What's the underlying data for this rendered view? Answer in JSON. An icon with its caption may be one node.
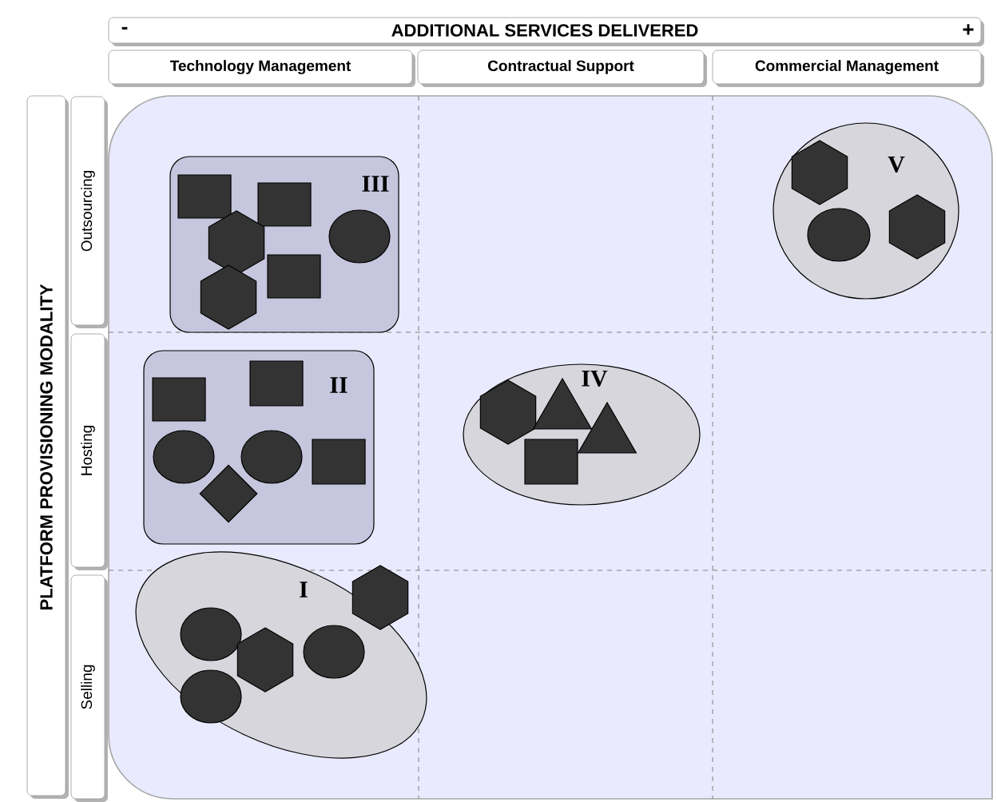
{
  "diagram": {
    "nodes": [
      {
        "text": [
          "-",
          "ADDITIONAL SERVICES DELIVERED",
          "+"
        ]
      },
      {
        "text": [
          "Technology Management"
        ]
      },
      {
        "text": [
          "Contractual Support"
        ]
      },
      {
        "text": [
          "Commercial Management"
        ]
      },
      {
        "text": [
          "PLATFORM PROVISIONING MODALITY"
        ]
      },
      {
        "text": [
          "Outsourcing"
        ]
      },
      {
        "text": [
          "Hosting"
        ]
      },
      {
        "text": [
          "Selling"
        ]
      },
      {
        "text": [
          "III"
        ]
      },
      {
        "text": [],
        "shape": "box",
        "in": 8
      },
      {
        "text": [],
        "shape": "box",
        "in": 8
      },
      {
        "text": [],
        "shape": "hexagon",
        "in": 8
      },
      {
        "text": [],
        "shape": "circle",
        "in": 8
      },
      {
        "text": [],
        "shape": "box",
        "in": 8
      },
      {
        "text": [],
        "shape": "hexagon",
        "in": 8
      },
      {
        "text": [
          "V"
        ]
      },
      {
        "text": [],
        "shape": "hexagon",
        "in": 15
      },
      {
        "text": [],
        "shape": "circle",
        "in": 15
      },
      {
        "text": [],
        "shape": "hexagon",
        "in": 15
      },
      {
        "text": [
          "II"
        ]
      },
      {
        "text": [],
        "shape": "box",
        "in": 19
      },
      {
        "text": [],
        "shape": "box",
        "in": 19
      },
      {
        "text": [],
        "shape": "circle",
        "in": 19
      },
      {
        "text": [],
        "shape": "circle",
        "in": 19
      },
      {
        "text": [],
        "shape": "box",
        "in": 19
      },
      {
        "text": [],
        "shape": "diamond",
        "in": 19
      },
      {
        "text": [
          "IV"
        ]
      },
      {
        "text": [],
        "shape": "hexagon",
        "in": 26
      },
      {
        "text": [],
        "shape": "triangle",
        "in": 26
      },
      {
        "text": [],
        "shape": "triangle",
        "in": 26
      },
      {
        "text": [],
        "shape": "box",
        "in": 26
      },
      {
        "text": [
          "I"
        ]
      },
      {
        "text": [],
        "shape": "circle",
        "in": 31
      },
      {
        "text": [],
        "shape": "hexagon",
        "in": 31
      },
      {
        "text": [],
        "shape": "circle",
        "in": 31
      },
      {
        "text": [],
        "shape": "circle",
        "in": 31
      },
      {
        "text": [],
        "shape": "hexagon",
        "in": 31
      }
    ]
  }
}
